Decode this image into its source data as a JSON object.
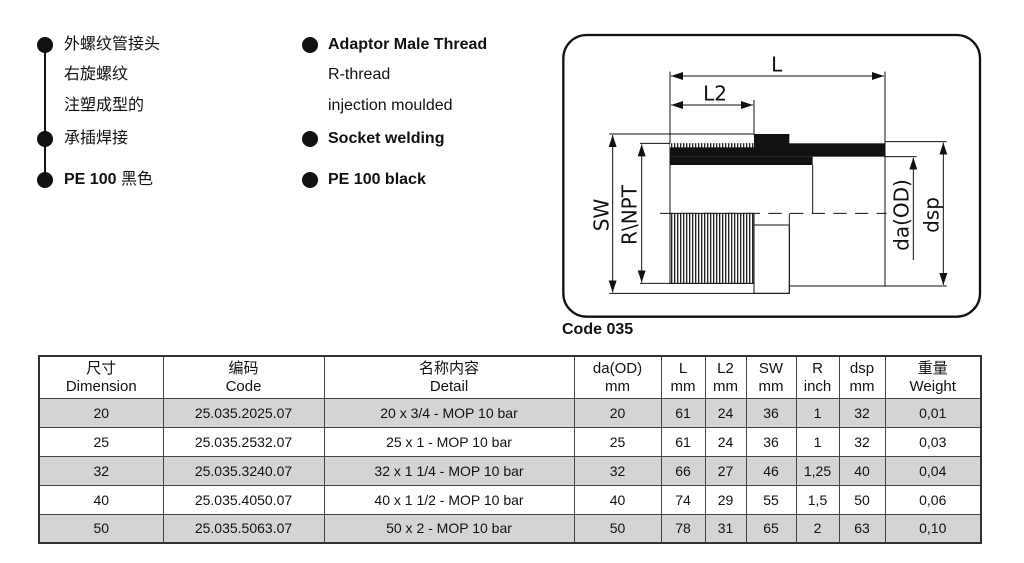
{
  "features_cn": [
    "外螺纹管接头",
    "右旋螺纹",
    "注塑成型的",
    "承插焊接",
    "PE 100",
    "黑色"
  ],
  "features_en": [
    "Adaptor Male Thread",
    "R-thread",
    "injection moulded",
    "Socket welding",
    "PE 100 black"
  ],
  "drawing": {
    "labels": {
      "L": "L",
      "L2": "L2",
      "SW": "SW",
      "R": "R\\NPT",
      "da": "da(OD)",
      "dsp": "dsp"
    },
    "caption": "Code 035"
  },
  "table": {
    "headers": [
      [
        "尺寸",
        "Dimension"
      ],
      [
        "编码",
        "Code"
      ],
      [
        "名称内容",
        "Detail"
      ],
      [
        "da(OD)",
        "mm"
      ],
      [
        "L",
        "mm"
      ],
      [
        "L2",
        "mm"
      ],
      [
        "SW",
        "mm"
      ],
      [
        "R",
        "inch"
      ],
      [
        "dsp",
        "mm"
      ],
      [
        "重量",
        "Weight"
      ]
    ],
    "rows": [
      [
        "20",
        "25.035.2025.07",
        "20 x 3/4 - MOP 10 bar",
        "20",
        "61",
        "24",
        "36",
        "1",
        "32",
        "0,01"
      ],
      [
        "25",
        "25.035.2532.07",
        "25 x 1 - MOP 10 bar",
        "25",
        "61",
        "24",
        "36",
        "1",
        "32",
        "0,03"
      ],
      [
        "32",
        "25.035.3240.07",
        "32 x 1 1/4 - MOP 10 bar",
        "32",
        "66",
        "27",
        "46",
        "1,25",
        "40",
        "0,04"
      ],
      [
        "40",
        "25.035.4050.07",
        "40 x 1 1/2 - MOP 10 bar",
        "40",
        "74",
        "29",
        "55",
        "1,5",
        "50",
        "0,06"
      ],
      [
        "50",
        "25.035.5063.07",
        "50 x 2 - MOP 10 bar",
        "50",
        "78",
        "31",
        "65",
        "2",
        "63",
        "0,10"
      ]
    ]
  }
}
